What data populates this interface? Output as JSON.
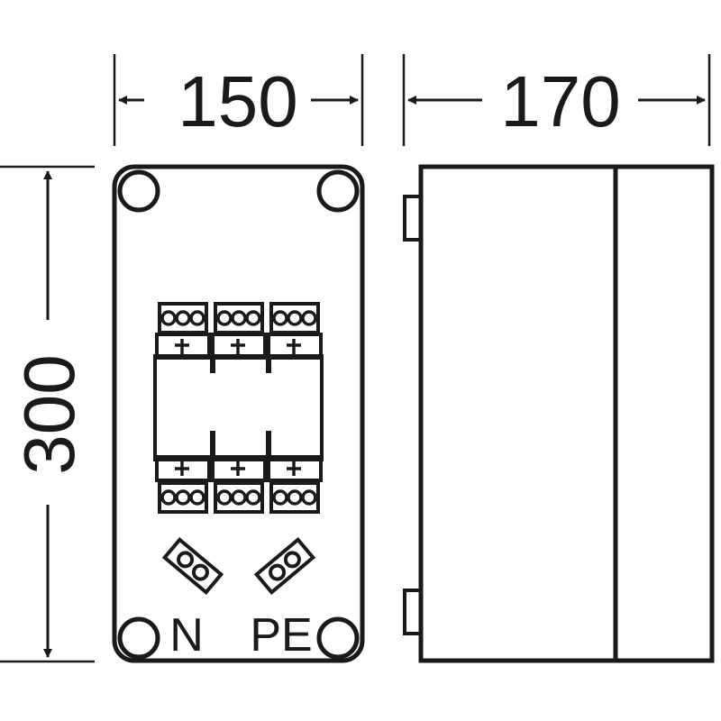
{
  "dimensions": {
    "width": "150",
    "depth": "170",
    "height": "300"
  },
  "terminal_labels": {
    "neutral": "N",
    "protective_earth": "PE"
  },
  "colors": {
    "line": "#1a1a1a",
    "background": "#ffffff"
  },
  "switch": {
    "poles": 3
  }
}
